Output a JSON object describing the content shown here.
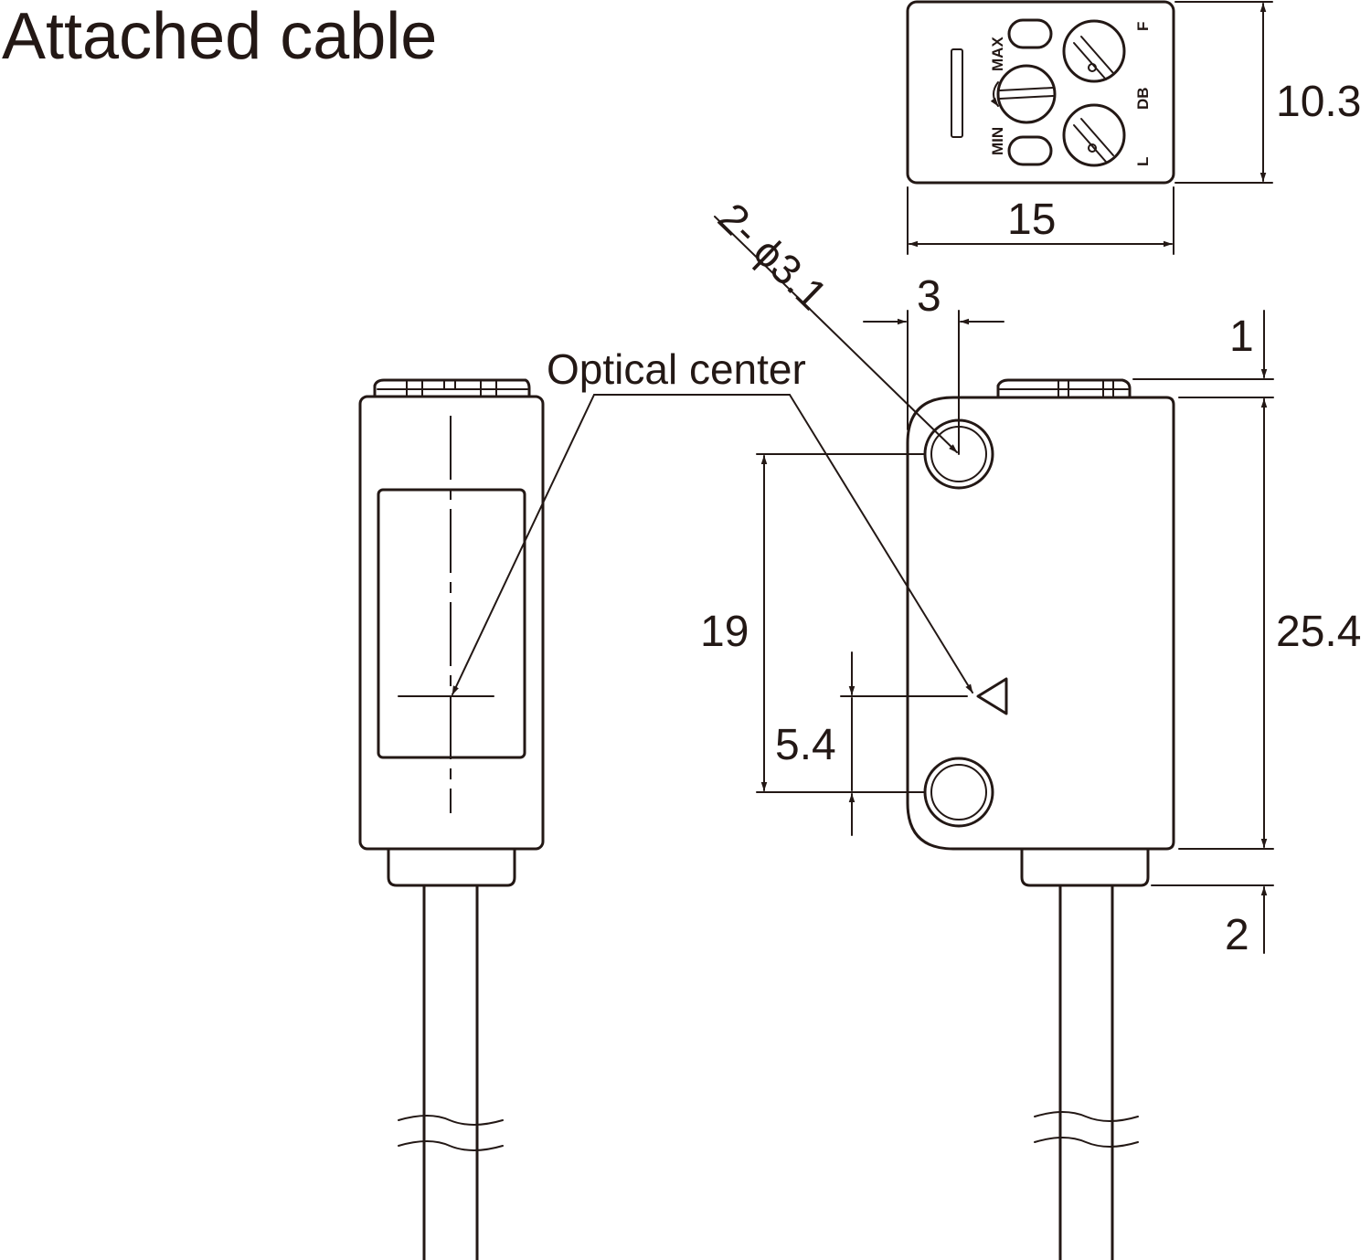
{
  "title": "Attached cable",
  "labels": {
    "optical_center": "Optical center",
    "hole_callout": "2- ϕ3.1"
  },
  "dimensions": {
    "height_top_view": "10.3",
    "width_top_view": "15",
    "hole_offset": "3",
    "top_step": "1",
    "body_height": "25.4",
    "hole_pitch": "19",
    "optical_offset": "5.4",
    "bottom_step": "2"
  },
  "panel_markings": {
    "min": "MIN",
    "max": "MAX",
    "f": "F",
    "db": "DB",
    "l": "L"
  }
}
